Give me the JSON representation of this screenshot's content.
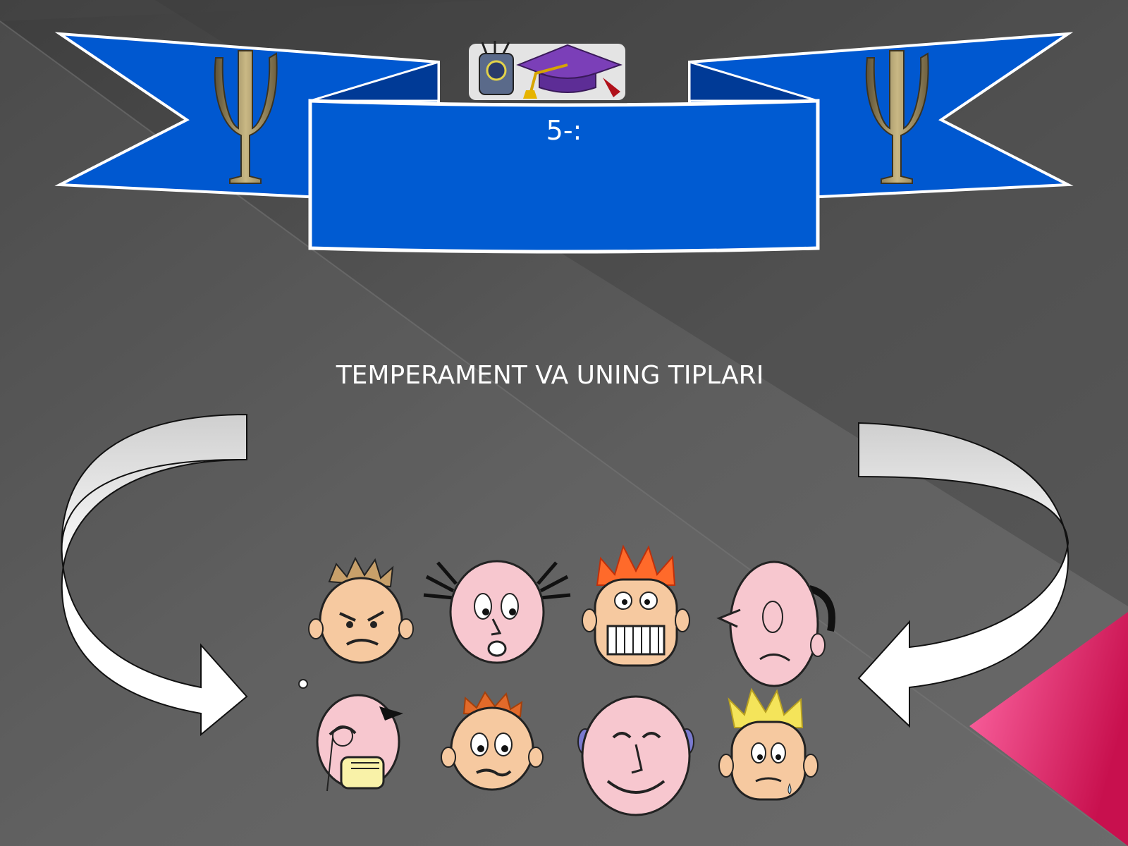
{
  "slide": {
    "lecture_number": "5-:",
    "topic_title": "TEMPERAMENT VA UNING TIPLARI"
  },
  "icons": {
    "left_emblem": "psi-symbol-icon",
    "right_emblem": "psi-symbol-icon",
    "top_logo": "graduation-cap-logo",
    "left_arrow": "curved-arrow-icon",
    "right_arrow": "curved-arrow-icon",
    "faces": [
      "angry-face",
      "worried-face",
      "grimacing-face",
      "sad-face",
      "annoyed-face",
      "confused-face",
      "smiling-face",
      "crying-face"
    ]
  },
  "colors": {
    "background": "#565656",
    "banner": "#0055d0",
    "banner_border": "#ffffff",
    "accent_pink": "#e8236f",
    "psi_gold": "#9a8a5a"
  }
}
